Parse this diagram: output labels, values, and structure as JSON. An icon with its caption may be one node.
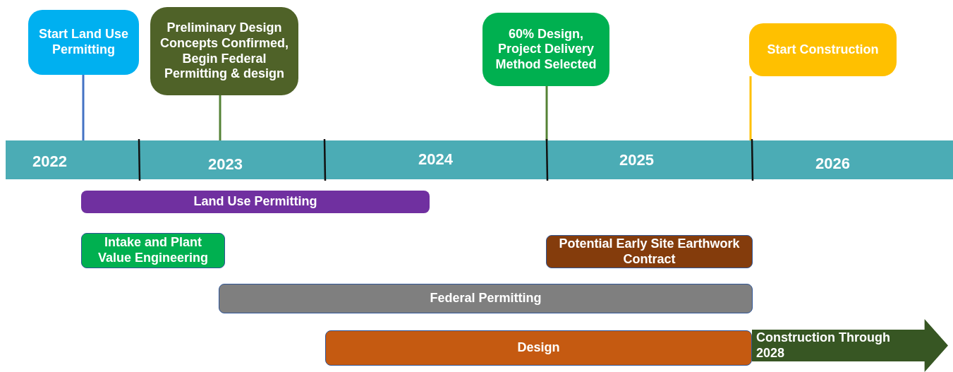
{
  "diagram": {
    "nodes": [
      {
        "text": [
          "Start Land Use Permitting"
        ]
      },
      {
        "text": [
          "Preliminary Design Concepts Confirmed, Begin Federal Permitting & design"
        ]
      },
      {
        "text": [
          "60% Design, Project Delivery Method Selected"
        ]
      },
      {
        "text": [
          "Start Construction"
        ]
      },
      {
        "text": [],
        "shape": "bar"
      },
      {
        "text": [
          "Land Use Permitting"
        ]
      },
      {
        "text": [
          "Intake and Plant Value Engineering"
        ]
      },
      {
        "text": [
          "Potential Early Site Earthwork Contract"
        ]
      },
      {
        "text": [
          "Federal Permitting"
        ]
      },
      {
        "text": [
          "Design"
        ]
      },
      {
        "text": [
          "Construction Through 2028"
        ]
      }
    ],
    "edges": [
      {
        "from": 0,
        "to": 4,
        "arrow": "none",
        "color": "#4472c4"
      },
      {
        "from": 1,
        "to": 4,
        "arrow": "none",
        "color": "#548235"
      },
      {
        "from": 2,
        "to": 4,
        "arrow": "none",
        "color": "#548235"
      },
      {
        "from": 3,
        "to": 4,
        "arrow": "none",
        "color": "#ffc000"
      }
    ],
    "labels": [
      "2022",
      "2023",
      "2024",
      "2025",
      "2026"
    ]
  }
}
